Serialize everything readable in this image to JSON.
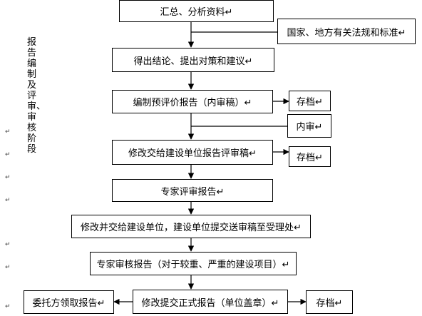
{
  "side_label": "报告编制及评审、审核阶段",
  "boxes": {
    "summarize": "汇总、分析资料↵",
    "regulations": "国家、地方有关法规和标准↵",
    "conclusions": "得出结论、提出对策和建议↵",
    "draft_report": "编制预评价报告（内审稿）↵",
    "archive_1": "存档↵",
    "internal_review": "内审↵",
    "submit_review_draft": "修改交给建设单位报告评审稿↵",
    "archive_2": "存档↵",
    "expert_review": "专家评审报告↵",
    "revise_submit": "修改并交给建设单位，建设单位提交送审稿至受理处↵",
    "expert_audit": "专家审核报告（对于较重、严重的建设项目）↵",
    "client_receive": "委托方领取报告↵",
    "revise_formal": "修改提交正式报告（单位盖章）↵",
    "archive_3": "存档↵"
  },
  "paragraph_marks": [
    "↵",
    "↵",
    "↵",
    "↵",
    "↵",
    "↵",
    "↵"
  ]
}
